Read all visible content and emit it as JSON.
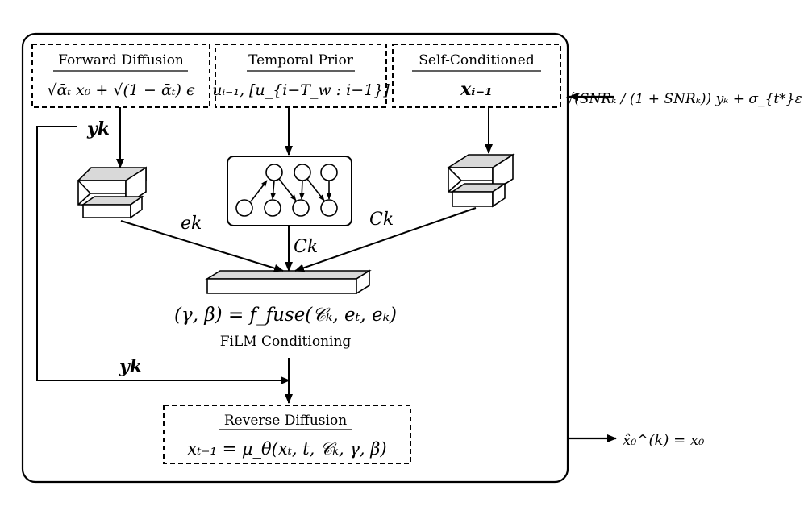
{
  "colors": {
    "stroke": "#000000",
    "fill_gray": "#d9d9d9",
    "background": "#ffffff"
  },
  "forward": {
    "title": "Forward Diffusion",
    "formula": "√ᾱₜ x₀ + √(1 − ᾱₜ) ϵ"
  },
  "temporal": {
    "title": "Temporal Prior",
    "formula": "uᵢ₋₁, [u_{i−T_w : i−1}]"
  },
  "selfcond": {
    "title": "Self-Conditioned",
    "formula": "xᵢ₋₁"
  },
  "input": {
    "formula": "√(SNRₖ / (1 + SNRₖ)) yₖ + σ_{t*}ε"
  },
  "labels": {
    "yk_top": "yk",
    "ek": "ek",
    "ck_right": "Ck",
    "ck_mid": "Ck",
    "yk_bottom": "yk"
  },
  "fusion": {
    "formula": "(γ, β) = f_fuse(𝒞ₖ, eₜ, eₖ)",
    "caption": "FiLM Conditioning"
  },
  "reverse": {
    "title": "Reverse Diffusion",
    "formula": "xₜ₋₁ = μ_θ(xₜ, t, 𝒞ₖ, γ, β)"
  },
  "output": {
    "formula": "x̂₀^(k) = x₀"
  }
}
